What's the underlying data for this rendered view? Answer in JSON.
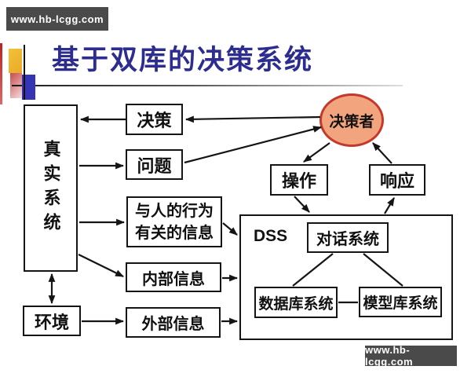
{
  "watermarks": {
    "top": "www.hb-lcgg.com",
    "bottom": "www.hb-lcgg.com"
  },
  "title": "基于双库的决策系统",
  "nodes": {
    "real_system": "真实系统",
    "decision": "决策",
    "problem": "问题",
    "behavior_line1": "与人的行为",
    "behavior_line2": "有关的信息",
    "internal_info": "内部信息",
    "external_info": "外部信息",
    "environment": "环境",
    "decision_maker": "决策者",
    "operation": "操作",
    "response": "响应",
    "dss_label": "DSS",
    "dialog_system": "对话系统",
    "database_system": "数据库系统",
    "model_system": "模型库系统"
  },
  "edges": [
    {
      "from": "决策",
      "to": "真实系统",
      "arrow": "end"
    },
    {
      "from": "真实系统",
      "to": "问题",
      "arrow": "end"
    },
    {
      "from": "真实系统",
      "to": "与人的行为有关的信息",
      "arrow": "end"
    },
    {
      "from": "真实系统",
      "to": "内部信息",
      "arrow": "end"
    },
    {
      "from": "真实系统",
      "to": "环境",
      "arrow": "both"
    },
    {
      "from": "环境",
      "to": "外部信息",
      "arrow": "end"
    },
    {
      "from": "决策者",
      "to": "决策",
      "arrow": "end"
    },
    {
      "from": "问题",
      "to": "决策者",
      "arrow": "end"
    },
    {
      "from": "决策者",
      "to": "操作",
      "arrow": "end"
    },
    {
      "from": "响应",
      "to": "决策者",
      "arrow": "end"
    },
    {
      "from": "操作",
      "to": "DSS",
      "arrow": "end"
    },
    {
      "from": "DSS",
      "to": "响应",
      "arrow": "end"
    },
    {
      "from": "与人的行为有关的信息",
      "to": "DSS",
      "arrow": "end"
    },
    {
      "from": "内部信息",
      "to": "DSS",
      "arrow": "end"
    },
    {
      "from": "外部信息",
      "to": "DSS",
      "arrow": "end"
    },
    {
      "from": "对话系统",
      "to": "数据库系统",
      "arrow": "none"
    },
    {
      "from": "对话系统",
      "to": "模型库系统",
      "arrow": "none"
    },
    {
      "from": "数据库系统",
      "to": "模型库系统",
      "arrow": "none"
    }
  ],
  "colors": {
    "title": "#2d2d90",
    "watermark_bg": "#4a4a4a",
    "watermark_text": "#ffffff",
    "ellipse_fill": "#f2a47e",
    "ellipse_border": "#c5392b",
    "box_border": "#151515",
    "accent_yellow": "#f3c235",
    "accent_blue": "#3434b4",
    "accent_red": "#c94a4a"
  }
}
